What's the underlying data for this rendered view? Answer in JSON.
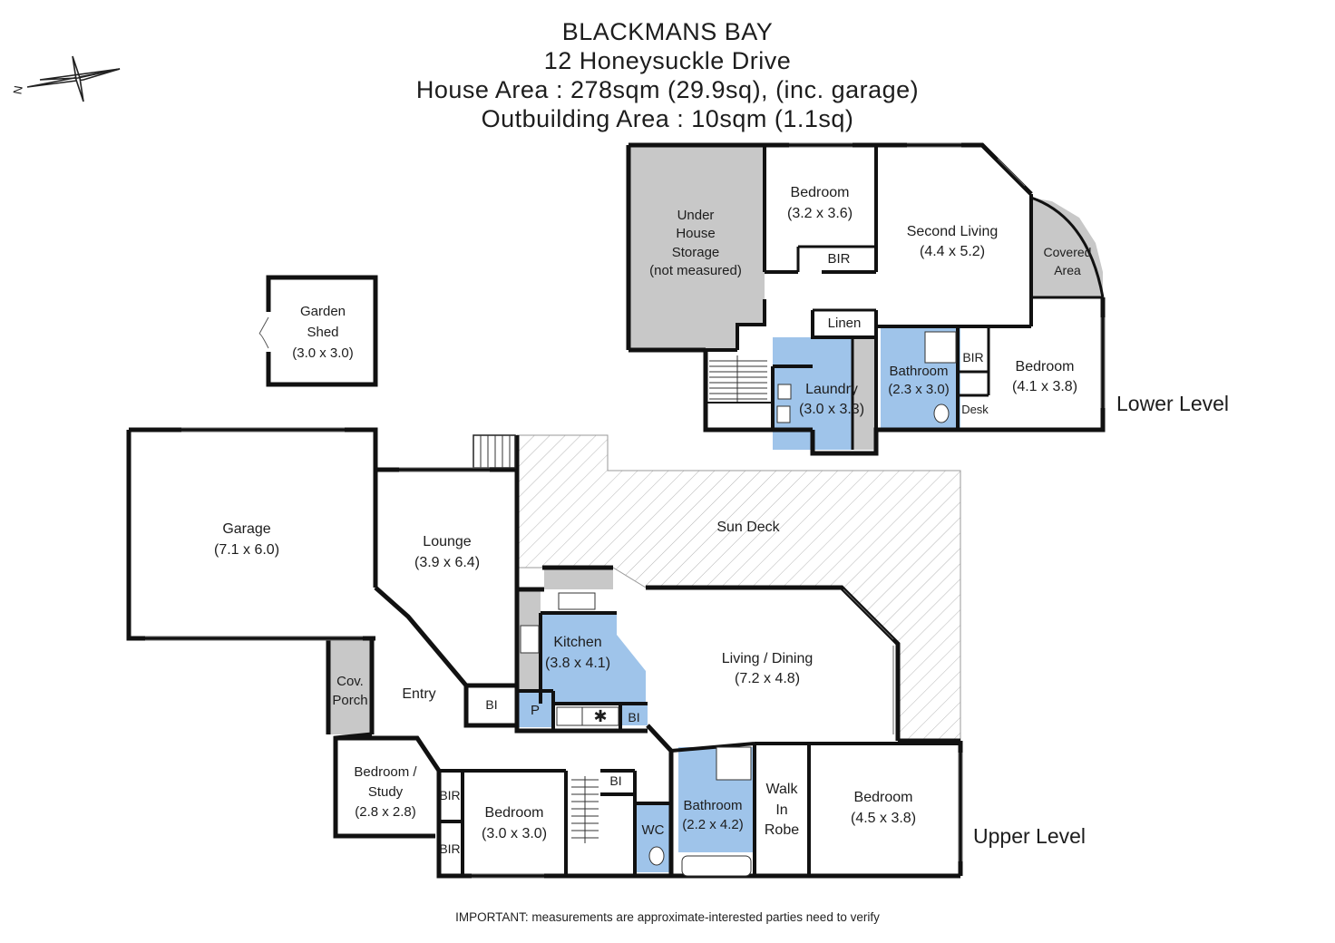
{
  "header": {
    "suburb": "BLACKMANS BAY",
    "address": "12 Honeysuckle Drive",
    "house_area": "House Area : 278sqm (29.9sq), (inc. garage)",
    "outbuilding_area": "Outbuilding Area : 10sqm (1.1sq)"
  },
  "compass": {
    "north_letter": "N"
  },
  "levels": {
    "lower": "Lower Level",
    "upper": "Upper Level"
  },
  "footer": {
    "note": "IMPORTANT: measurements are approximate-interested parties need to verify"
  },
  "colors": {
    "wet_area": "#9fc4ea",
    "storage_grey": "#c8c8c8",
    "wall": "#111111",
    "deck_hatch": "#bfbfbf"
  },
  "rooms": {
    "garden_shed": {
      "line1": "Garden",
      "line2": "Shed",
      "dims": "(3.0 x 3.0)"
    },
    "under_house_storage": {
      "line1": "Under",
      "line2": "House",
      "line3": "Storage",
      "dims": "(not measured)"
    },
    "lower_bedroom_1": {
      "name": "Bedroom",
      "dims": "(3.2 x 3.6)"
    },
    "lower_bir_1": {
      "name": "BIR"
    },
    "second_living": {
      "name": "Second Living",
      "dims": "(4.4 x 5.2)"
    },
    "covered_area": {
      "line1": "Covered",
      "line2": "Area"
    },
    "linen": {
      "name": "Linen"
    },
    "laundry": {
      "name": "Laundry",
      "dims": "(3.0 x 3.3)"
    },
    "lower_bathroom": {
      "name": "Bathroom",
      "dims": "(2.3 x 3.0)"
    },
    "lower_bir_2": {
      "name": "BIR"
    },
    "desk": {
      "name": "Desk"
    },
    "lower_bedroom_2": {
      "name": "Bedroom",
      "dims": "(4.1 x 3.8)"
    },
    "garage": {
      "name": "Garage",
      "dims": "(7.1 x 6.0)"
    },
    "lounge": {
      "name": "Lounge",
      "dims": "(3.9 x 6.4)"
    },
    "sun_deck": {
      "name": "Sun Deck"
    },
    "kitchen": {
      "name": "Kitchen",
      "dims": "(3.8 x 4.1)"
    },
    "pantry": {
      "name": "P"
    },
    "kitchen_bi": {
      "name": "BI"
    },
    "living_dining": {
      "name": "Living / Dining",
      "dims": "(7.2 x 4.8)"
    },
    "cov_porch": {
      "line1": "Cov.",
      "line2": "Porch"
    },
    "entry": {
      "name": "Entry"
    },
    "entry_bi": {
      "name": "BI"
    },
    "bedroom_study": {
      "line1": "Bedroom /",
      "line2": "Study",
      "dims": "(2.8 x 2.8)"
    },
    "study_bir_1": {
      "name": "BIR"
    },
    "study_bir_2": {
      "name": "BIR"
    },
    "upper_bedroom_1": {
      "name": "Bedroom",
      "dims": "(3.0 x 3.0)"
    },
    "hall_bi": {
      "name": "BI"
    },
    "wc": {
      "name": "WC"
    },
    "upper_bathroom": {
      "name": "Bathroom",
      "dims": "(2.2 x 4.2)"
    },
    "walk_in_robe": {
      "line1": "Walk",
      "line2": "In",
      "line3": "Robe"
    },
    "upper_bedroom_2": {
      "name": "Bedroom",
      "dims": "(4.5 x 3.8)"
    }
  }
}
